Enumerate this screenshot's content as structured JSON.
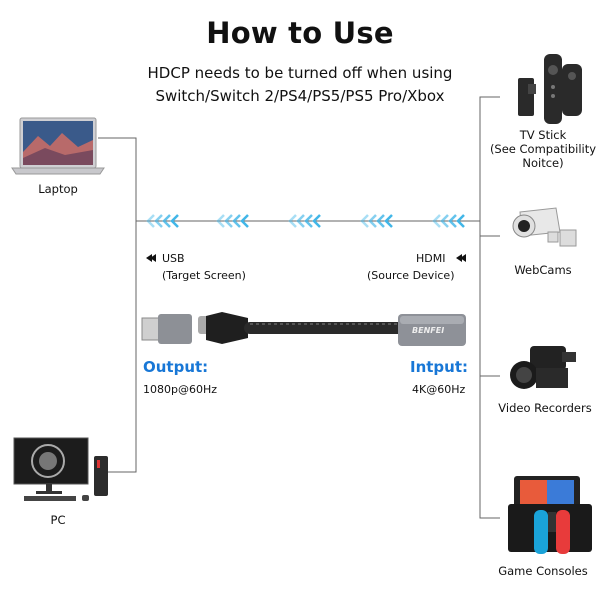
{
  "title": "How to Use",
  "subtitle_line1": "HDCP needs to be turned off when using",
  "subtitle_line2": "Switch/Switch 2/PS4/PS5/PS5 Pro/Xbox",
  "left_devices": [
    {
      "label": "Laptop"
    },
    {
      "label": "PC"
    }
  ],
  "right_devices": [
    {
      "label_lines": [
        "TV Stick",
        "(See Compatibility",
        "Noitce)"
      ]
    },
    {
      "label_lines": [
        "WebCams"
      ]
    },
    {
      "label_lines": [
        "Video Recorders"
      ]
    },
    {
      "label_lines": [
        "Game Consoles"
      ]
    }
  ],
  "usb": {
    "label": "USB",
    "sub": "(Target Screen)"
  },
  "hdmi": {
    "label": "HDMI",
    "sub": "(Source Device)"
  },
  "output": {
    "heading": "Output:",
    "spec": "1080p@60Hz"
  },
  "input": {
    "heading": "Intput:",
    "spec": "4K@60Hz"
  },
  "brand": "BENFEI",
  "colors": {
    "accent": "#1877d6",
    "arrow": "#3fb5e8",
    "line": "#555555"
  }
}
